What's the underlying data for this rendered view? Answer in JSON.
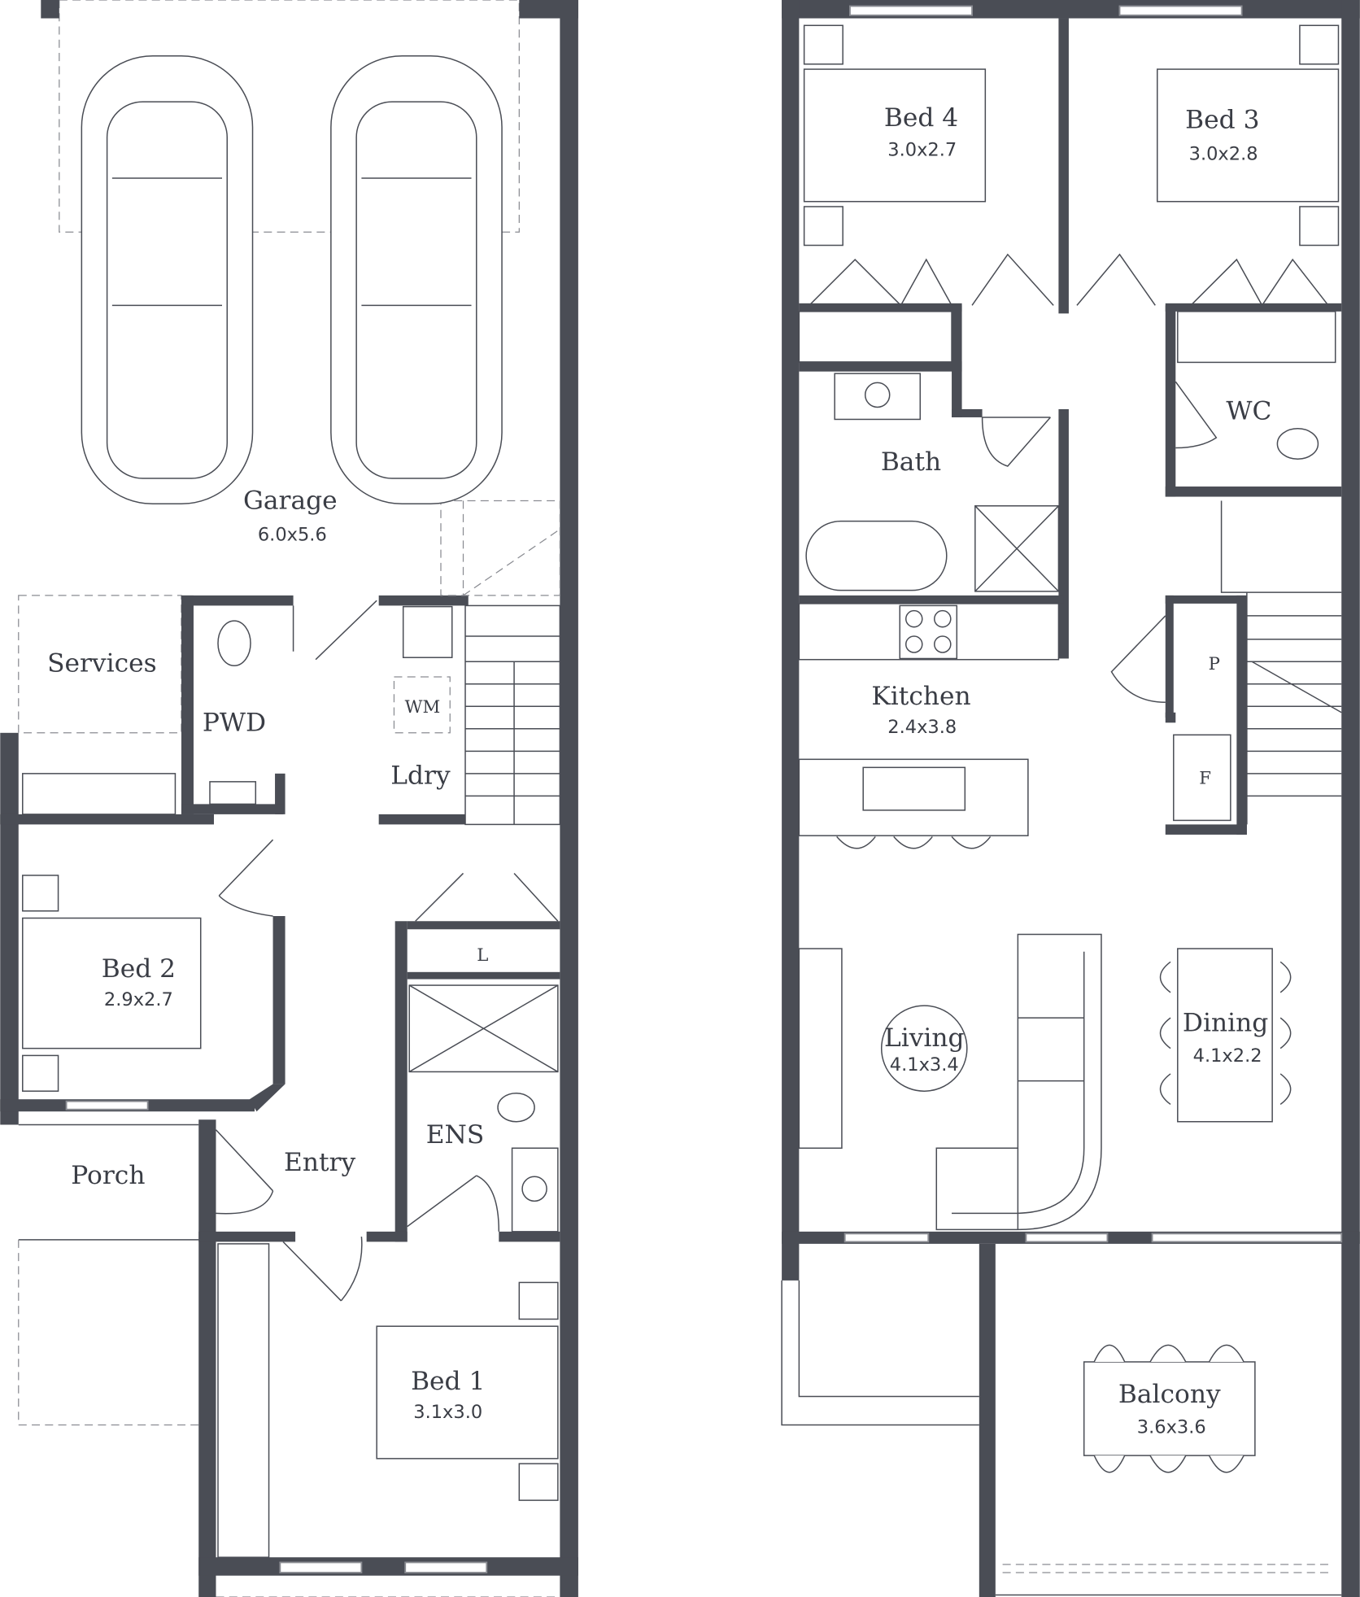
{
  "ground_floor": {
    "garage": {
      "label": "Garage",
      "size": "6.0x5.6"
    },
    "services": {
      "label": "Services"
    },
    "pwd": {
      "label": "PWD"
    },
    "laundry": {
      "label": "Ldry",
      "wm": "WM"
    },
    "bed2": {
      "label": "Bed 2",
      "size": "2.9x2.7"
    },
    "entry": {
      "label": "Entry"
    },
    "porch": {
      "label": "Porch"
    },
    "linen": {
      "label": "L"
    },
    "ensuite": {
      "label": "ENS"
    },
    "bed1": {
      "label": "Bed 1",
      "size": "3.1x3.0"
    }
  },
  "upper_floor": {
    "bed4": {
      "label": "Bed 4",
      "size": "3.0x2.7"
    },
    "bed3": {
      "label": "Bed 3",
      "size": "3.0x2.8"
    },
    "bath": {
      "label": "Bath"
    },
    "wc": {
      "label": "WC"
    },
    "kitchen": {
      "label": "Kitchen",
      "size": "2.4x3.8"
    },
    "pantry": {
      "label": "P"
    },
    "fridge": {
      "label": "F"
    },
    "living": {
      "label": "Living",
      "size": "4.1x3.4"
    },
    "dining": {
      "label": "Dining",
      "size": "4.1x2.2"
    },
    "balcony": {
      "label": "Balcony",
      "size": "3.6x3.6"
    }
  },
  "colors": {
    "wall": "#4a4d55",
    "text": "#3a3d45"
  }
}
